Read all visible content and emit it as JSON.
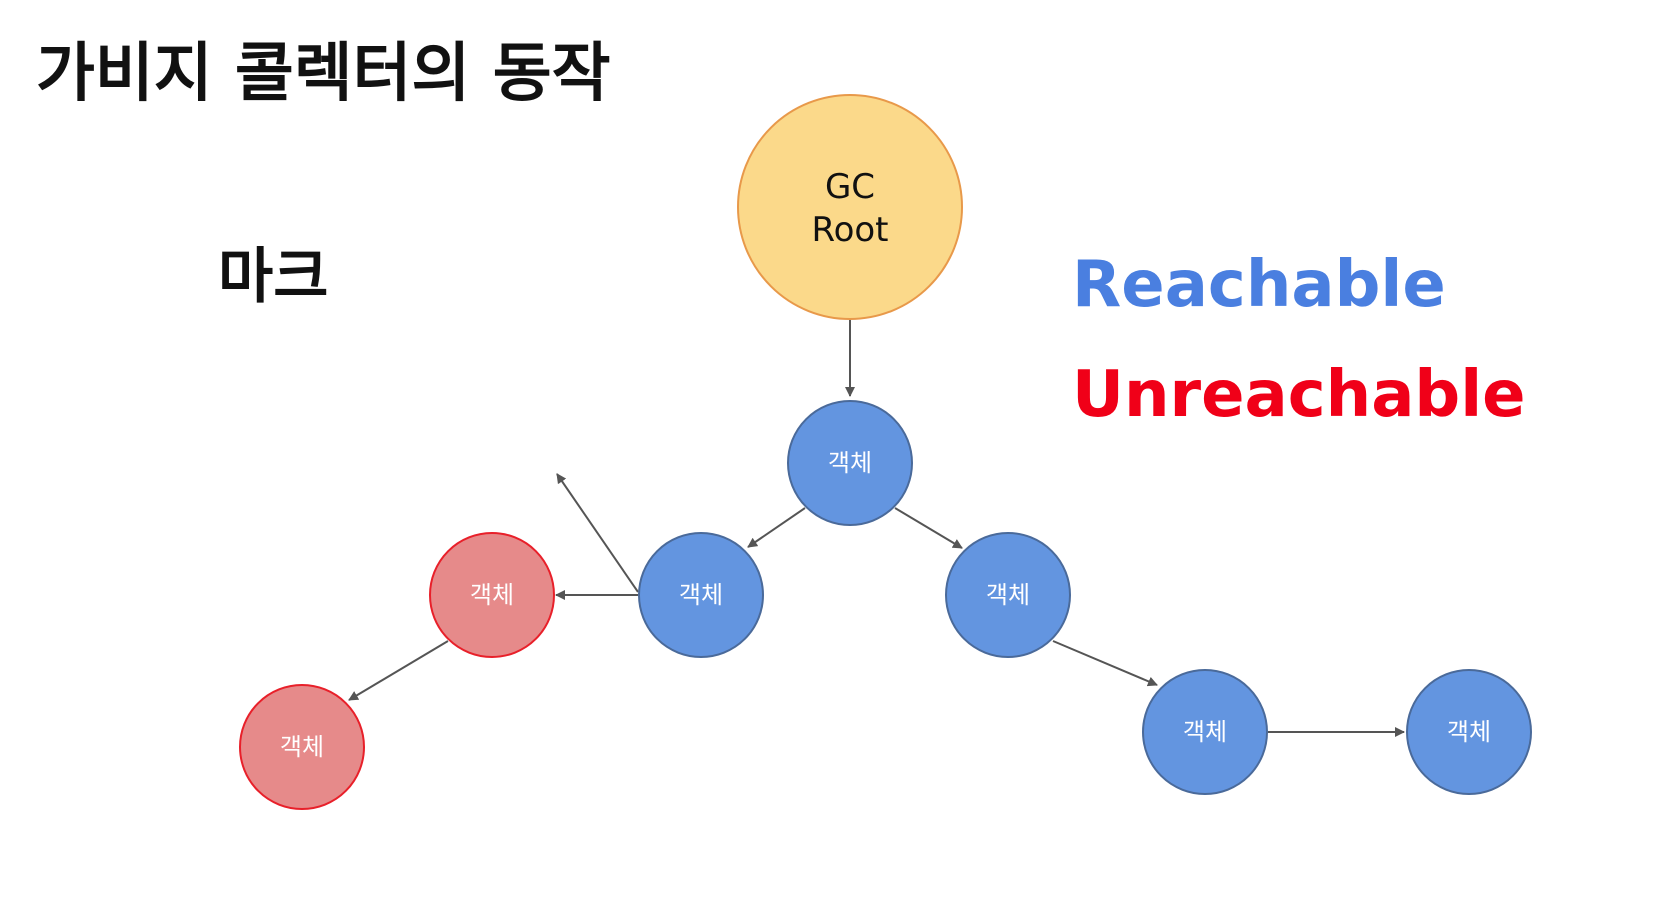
{
  "title": "가비지 콜렉터의 동작",
  "phase_label": "마크",
  "legend": {
    "reachable": "Reachable",
    "unreachable": "Unreachable"
  },
  "colors": {
    "root_fill": "#fbd98a",
    "root_stroke": "#e8994a",
    "reachable_fill": "#6395e0",
    "reachable_stroke": "#4a6a9a",
    "unreachable_fill": "#e68a8a",
    "unreachable_stroke": "#e8202a",
    "reachable_text": "#4a7fe0",
    "unreachable_text": "#f00018",
    "arrow": "#555555"
  },
  "nodes": {
    "root": {
      "line1": "GC",
      "line2": "Root"
    },
    "object_label": "객체"
  }
}
